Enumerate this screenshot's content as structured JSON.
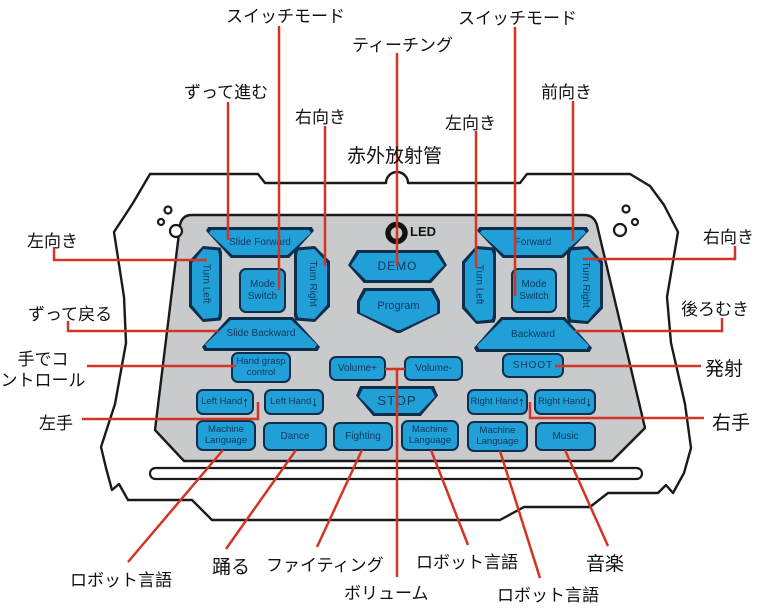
{
  "colors": {
    "button_blue": "#219fd7",
    "button_border": "#0e2e4e",
    "button_text": "#0f3a60",
    "line_red": "#d23425",
    "panel_gray": "#c9cacb",
    "shell_outline": "#1a1a1a",
    "label_black": "#111111"
  },
  "controller": {
    "led_label": "LED",
    "buttons": {
      "slide_forward": "Slide Forward",
      "turn_left": "Turn Left",
      "mode_switch": "Mode Switch",
      "turn_right": "Turn Right",
      "slide_backward": "Slide Backward",
      "demo": "DEMO",
      "program": "Program",
      "forward": "Forward",
      "backward": "Backward",
      "hand_grasp": "Hand grasp control",
      "volume_plus": "Volume+",
      "volume_minus": "Volume-",
      "shoot": "SHOOT",
      "left_hand": "Left Hand",
      "right_hand": "Right Hand",
      "stop": "STOP",
      "machine_language": "Machine Language",
      "dance": "Dance",
      "fighting": "Fighting",
      "music": "Music"
    },
    "icons": {
      "up_arrow": "↑",
      "down_arrow": "↓"
    }
  },
  "annotations": {
    "switch_mode_top_left": "スイッチモード",
    "teaching": "ティーチング",
    "switch_mode_top_right": "スイッチモード",
    "keep_forward": "ずって進む",
    "turn_right_top": "右向き",
    "turn_left_top": "左向き",
    "forward": "前向き",
    "ir_emitter": "赤外放射管",
    "turn_left_side": "左向き",
    "keep_backward": "ずって戻る",
    "hand_control_line1": "手でコ",
    "hand_control_line2": "ントロール",
    "left_hand": "左手",
    "turn_right_side": "右向き",
    "backward": "後ろむき",
    "shoot": "発射",
    "right_hand": "右手",
    "robot_language_1": "ロボット言語",
    "dance": "踊る",
    "fighting": "ファイティング",
    "volume": "ボリューム",
    "robot_language_2": "ロボット言語",
    "robot_language_3": "ロボット言語",
    "music": "音楽"
  }
}
